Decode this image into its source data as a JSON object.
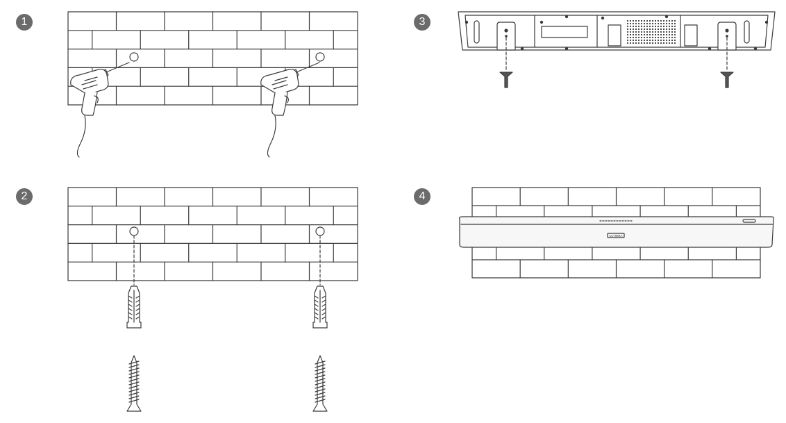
{
  "colors": {
    "line": "#3a3a3a",
    "badge": "#6b6b6b",
    "soundbar_fill": "#f7f7f7"
  },
  "steps": [
    {
      "number": "1",
      "icon": "drill-icon"
    },
    {
      "number": "2",
      "icon": "wall-anchor-icon"
    },
    {
      "number": "3",
      "icon": "bracket-icon"
    },
    {
      "number": "4",
      "icon": "soundbar-icon"
    }
  ],
  "soundbar": {
    "brand_label": "ULTIMEA",
    "button_label": ""
  }
}
